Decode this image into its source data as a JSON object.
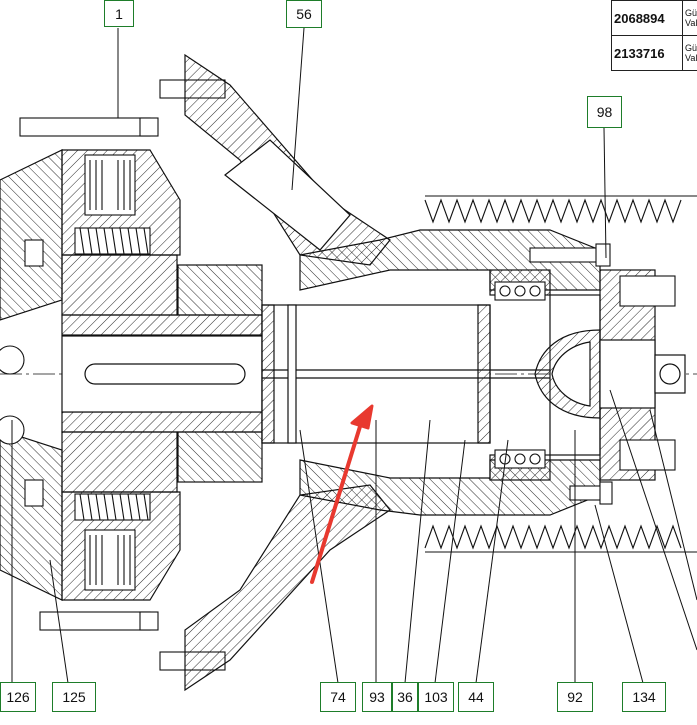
{
  "callouts": {
    "c1": "1",
    "c56": "56",
    "c98": "98",
    "c126": "126",
    "c125": "125",
    "c74": "74",
    "c93": "93",
    "c36": "36",
    "c103": "103",
    "c44": "44",
    "c92": "92",
    "c134": "134"
  },
  "parts_table": [
    {
      "code": "2068894",
      "desc": "Gül Val"
    },
    {
      "code": "2133716",
      "desc": "Gül Val"
    }
  ],
  "colors": {
    "line": "#111111",
    "callout_border": "#1e7d2a",
    "arrow": "#e8392f"
  }
}
